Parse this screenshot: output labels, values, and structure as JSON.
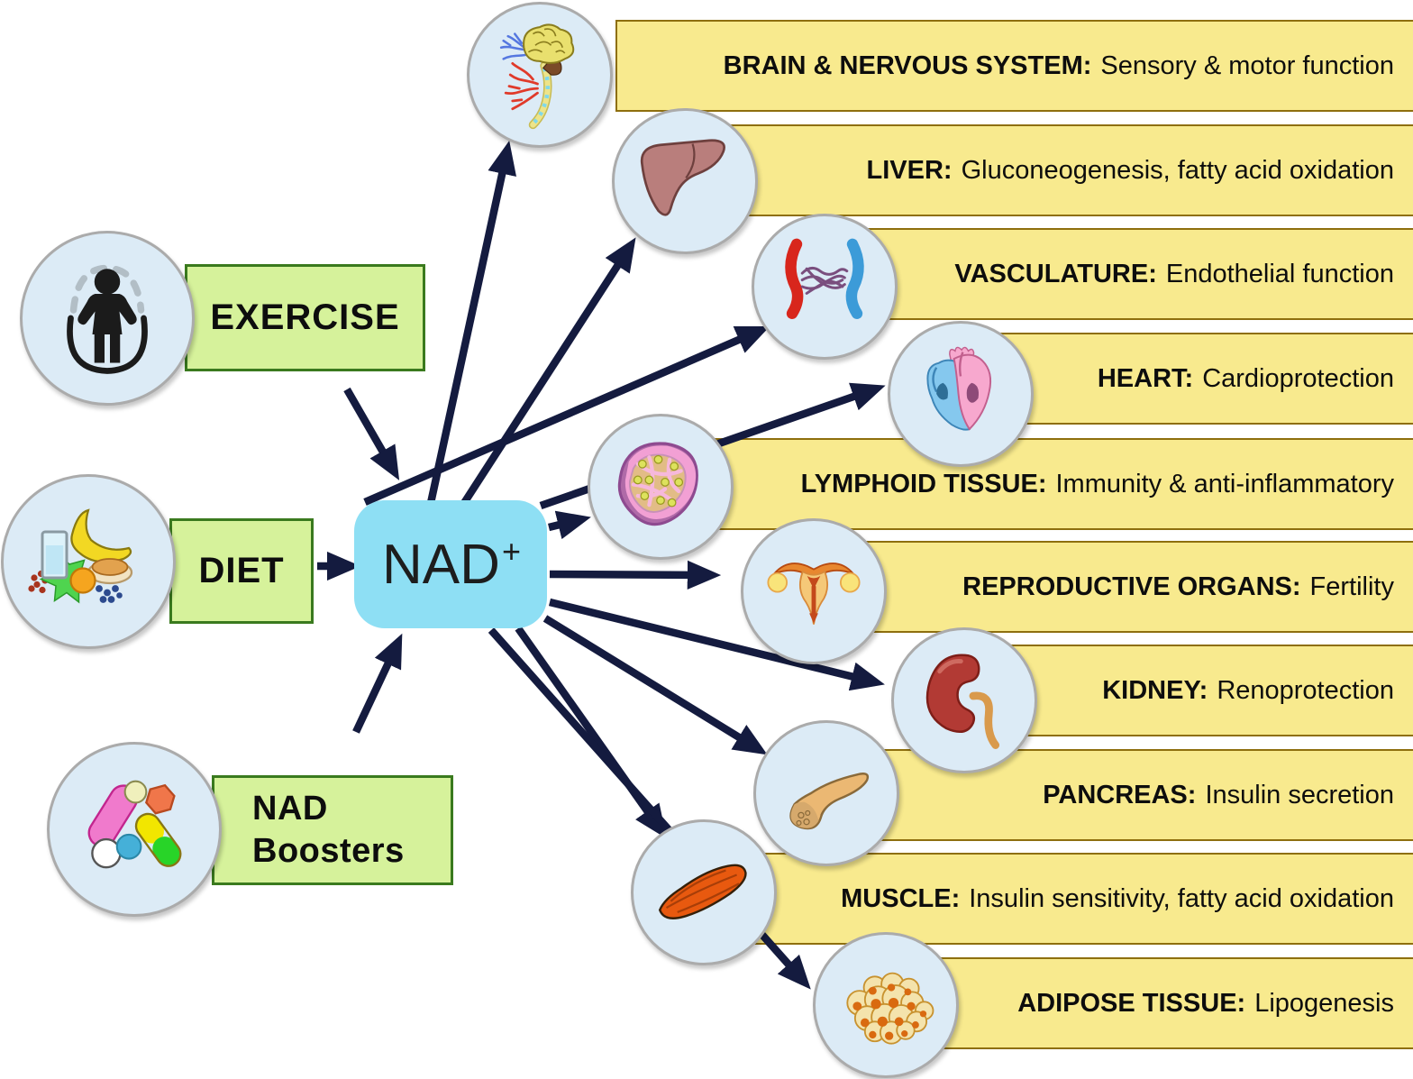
{
  "colors": {
    "banner_fill": "#F8EA8E",
    "banner_border": "#8E6F0E",
    "circle_fill": "#DCEBF6",
    "circle_border": "#ABABAB",
    "green_fill": "#D6F29B",
    "green_border": "#3A7A1E",
    "nad_fill": "#8EDFF4",
    "arrow": "#141B3F",
    "text": "#0D0D0D"
  },
  "center_node": {
    "label": "NAD",
    "superscript": "+"
  },
  "inputs": [
    {
      "id": "exercise",
      "label": "EXERCISE",
      "icon": "jump-rope-icon"
    },
    {
      "id": "diet",
      "label": "DIET",
      "icon": "diet-foods-icon"
    },
    {
      "id": "nad-boosters",
      "label_line1": "NAD",
      "label_line2": "Boosters",
      "icon": "pills-icon"
    }
  ],
  "targets": [
    {
      "id": "brain",
      "organ": "BRAIN & NERVOUS SYSTEM:",
      "effect": "Sensory & motor function",
      "icon": "brain-nervous-system-icon"
    },
    {
      "id": "liver",
      "organ": "LIVER:",
      "effect": "Gluconeogenesis, fatty acid oxidation",
      "icon": "liver-icon"
    },
    {
      "id": "vasculature",
      "organ": "VASCULATURE:",
      "effect": "Endothelial function",
      "icon": "blood-vessels-icon"
    },
    {
      "id": "heart",
      "organ": "HEART:",
      "effect": "Cardioprotection",
      "icon": "heart-icon"
    },
    {
      "id": "lymphoid",
      "organ": "LYMPHOID TISSUE:",
      "effect": "Immunity & anti-inflammatory",
      "icon": "lymph-node-icon"
    },
    {
      "id": "reproductive",
      "organ": "REPRODUCTIVE ORGANS:",
      "effect": "Fertility",
      "icon": "uterus-icon"
    },
    {
      "id": "kidney",
      "organ": "KIDNEY:",
      "effect": "Renoprotection",
      "icon": "kidney-icon"
    },
    {
      "id": "pancreas",
      "organ": "PANCREAS:",
      "effect": "Insulin secretion",
      "icon": "pancreas-icon"
    },
    {
      "id": "muscle",
      "organ": "MUSCLE:",
      "effect": "Insulin sensitivity, fatty acid oxidation",
      "icon": "muscle-icon"
    },
    {
      "id": "adipose",
      "organ": "ADIPOSE TISSUE:",
      "effect": "Lipogenesis",
      "icon": "fat-cells-icon"
    }
  ]
}
